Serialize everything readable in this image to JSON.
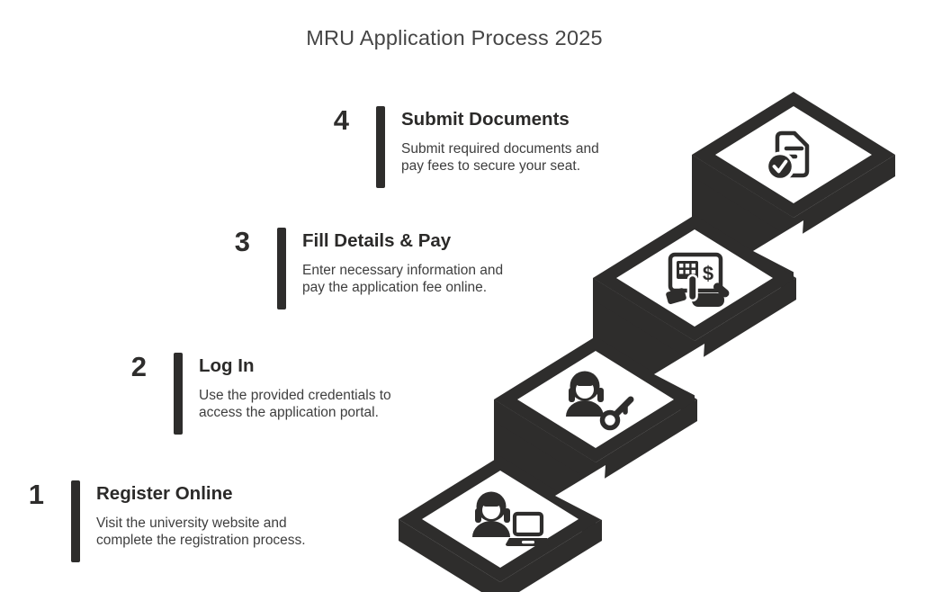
{
  "title": "MRU Application Process 2025",
  "theme": {
    "ink": "#2e2d2c",
    "title_color": "#454545",
    "desc_color": "#3e3e3e",
    "background": "#ffffff"
  },
  "steps": [
    {
      "number": "1",
      "heading": "Register Online",
      "description": "Visit the university website and complete the registration process.",
      "desc_lines": [
        "Visit the university website and",
        "complete the registration process."
      ],
      "icon": "person-laptop-icon"
    },
    {
      "number": "2",
      "heading": "Log In",
      "description": "Use the provided credentials to access the application portal.",
      "desc_lines": [
        "Use the provided credentials to",
        "access the application portal."
      ],
      "icon": "person-key-icon"
    },
    {
      "number": "3",
      "heading": "Fill Details & Pay",
      "description": "Enter necessary information and pay the application fee online.",
      "desc_lines": [
        "Enter necessary information and",
        "pay the application fee online."
      ],
      "icon": "payment-terminal-icon"
    },
    {
      "number": "4",
      "heading": "Submit Documents",
      "description": "Submit required documents and pay fees to secure your seat.",
      "desc_lines": [
        "Submit required documents and",
        "pay fees to secure your seat."
      ],
      "icon": "document-check-icon"
    }
  ]
}
